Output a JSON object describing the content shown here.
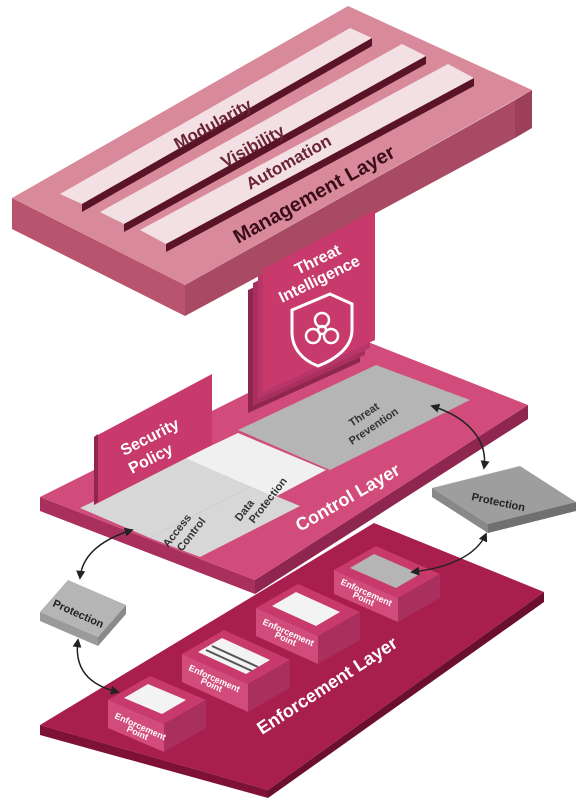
{
  "management_layer": {
    "title": "Management Layer",
    "items": [
      "Modularity",
      "Visibility",
      "Automation"
    ]
  },
  "threat_intelligence": {
    "line1": "Threat",
    "line2": "Intelligence",
    "icon": "biohazard-shield-icon"
  },
  "security_policy": {
    "line1": "Security",
    "line2": "Policy"
  },
  "control_layer": {
    "title": "Control Layer",
    "threat_prevention": {
      "line1": "Threat",
      "line2": "Prevention"
    },
    "access_control": {
      "line1": "Access",
      "line2": "Control"
    },
    "data_protection": {
      "line1": "Data",
      "line2": "Protection"
    }
  },
  "protection_labels": {
    "left": "Protection",
    "right": "Protection"
  },
  "enforcement_layer": {
    "title": "Enforcement Layer",
    "points": [
      {
        "line1": "Enforcement",
        "line2": "Point"
      },
      {
        "line1": "Enforcement",
        "line2": "Point"
      },
      {
        "line1": "Enforcement",
        "line2": "Point"
      },
      {
        "line1": "Enforcement",
        "line2": "Point"
      }
    ]
  },
  "colors": {
    "management_face": "#d98a9a",
    "management_side": "#b8546e",
    "strip": "#f3e0e5",
    "control_face": "#d24c7b",
    "control_side": "#a92f5c",
    "enforcement_face": "#a81e4d",
    "enforcement_side": "#7d1236",
    "panel": "#c83a6c",
    "grey_tile": "#b5b5b5",
    "light_tile": "#e9e9e9"
  }
}
